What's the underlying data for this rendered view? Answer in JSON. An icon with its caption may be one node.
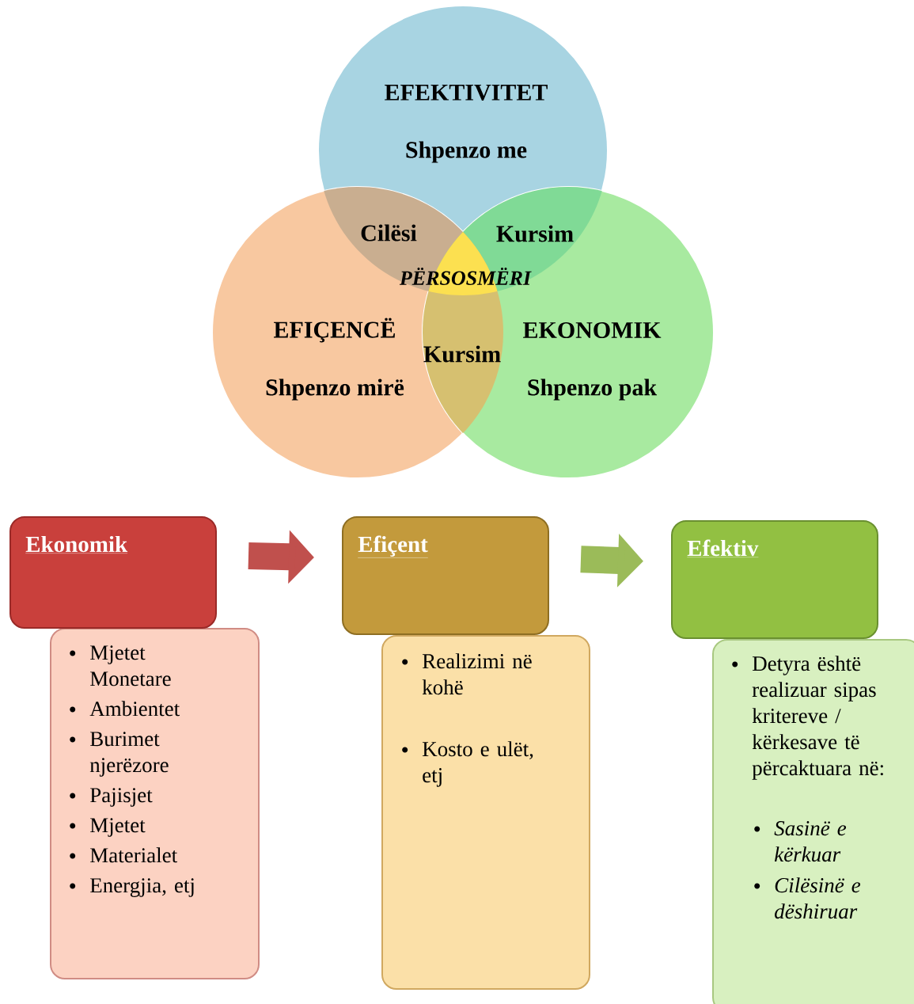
{
  "diagram": {
    "nodes": [
      {
        "text": [
          "EFEKTIVITET",
          "Shpenzo me"
        ]
      },
      {
        "text": [
          "EFIÇENCË",
          "Shpenzo mirë"
        ]
      },
      {
        "text": [
          "EKONOMIK",
          "Shpenzo pak"
        ]
      },
      {
        "text": [
          "Ekonomik"
        ]
      },
      {
        "text": [
          "Mjetet Monetare",
          "Ambientet",
          "Burimet njerëzore",
          "Pajisjet",
          "Mjetet",
          "Materialet",
          "Energjia, etj"
        ]
      },
      {
        "text": [
          "Efiçent"
        ]
      },
      {
        "text": [
          "Realizimi në kohë",
          "Kosto e ulët, etj"
        ]
      },
      {
        "text": [
          "Efektiv"
        ]
      },
      {
        "text": [
          "Detyra është realizuar sipas kritereve / kërkesave të përcaktuara në:",
          "Sasinë e kërkuar",
          "Cilësinë e dëshiruar"
        ]
      }
    ],
    "edges": [
      {
        "from": 3,
        "to": 5,
        "arrow": "to",
        "color": "#c0504d"
      },
      {
        "from": 5,
        "to": 7,
        "arrow": "to",
        "color": "#9bbb59"
      }
    ],
    "labels": [
      "Cilësi",
      "Kursim",
      "PËRSOSMËRI",
      "Kursim"
    ]
  }
}
